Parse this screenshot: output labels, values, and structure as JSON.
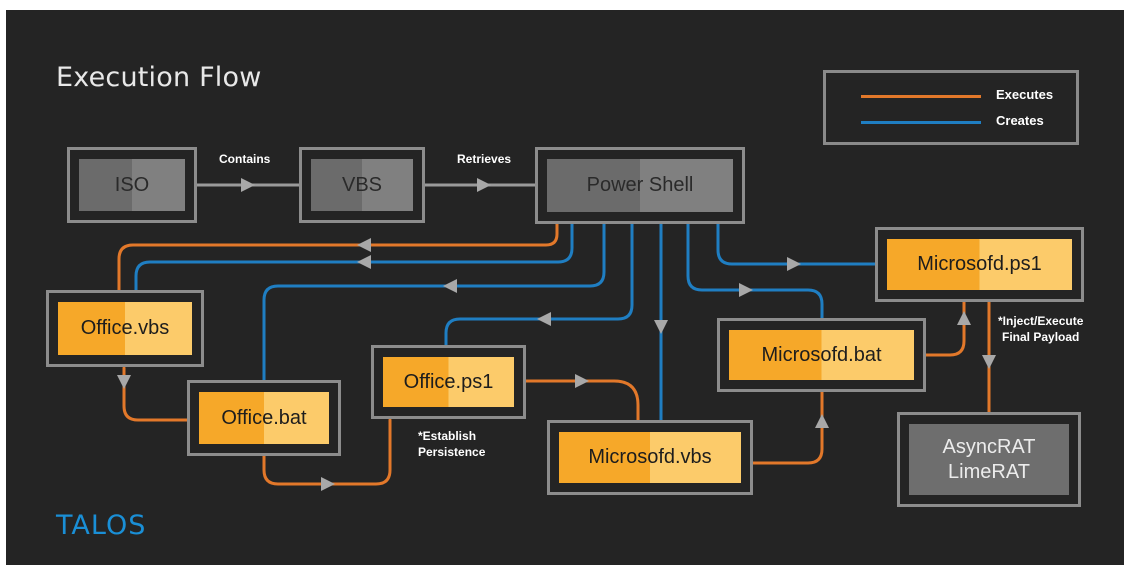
{
  "title": "Execution Flow",
  "legend": {
    "executes": {
      "label": "Executes",
      "color": "#e2782a"
    },
    "creates": {
      "label": "Creates",
      "color": "#1f7ec2"
    }
  },
  "nodes": {
    "iso": "ISO",
    "vbs": "VBS",
    "powershell": "Power Shell",
    "microsofd_ps1": "Microsofd.ps1",
    "office_vbs": "Office.vbs",
    "microsofd_bat": "Microsofd.bat",
    "office_ps1": "Office.ps1",
    "office_bat": "Office.bat",
    "microsofd_vbs": "Microsofd.vbs",
    "payload": "AsyncRAT\nLimeRAT"
  },
  "edge_labels": {
    "contains": "Contains",
    "retrieves": "Retrieves",
    "inject_execute": "*Inject/Execute\nFinal Payload",
    "establish": "*Establish\nPersistence"
  },
  "logo_text": "TALOS",
  "colors": {
    "background": "#242424",
    "box_border": "#8c8c8c",
    "arrowhead": "#a8a8a8"
  }
}
